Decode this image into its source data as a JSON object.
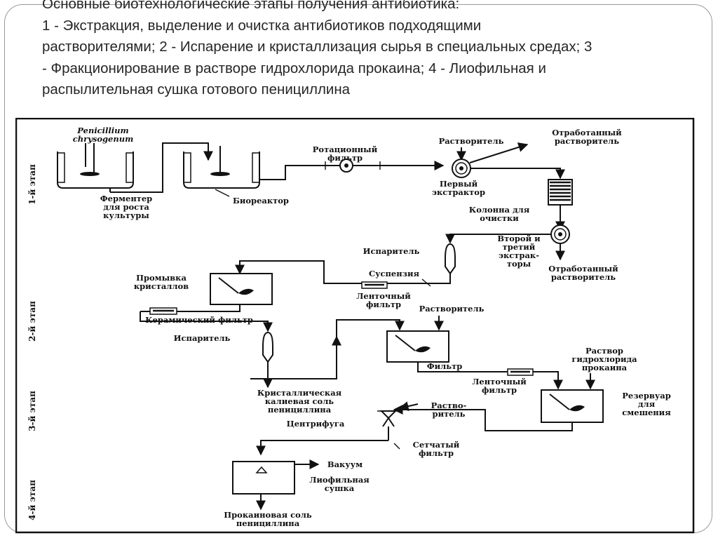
{
  "heading": {
    "title": "Основные биотехнологические этапы получения  антибиотика:",
    "line1": "1 - Экстракция, выделение и очистка антибиотиков подходящими",
    "line2": "растворителями; 2 - Испарение и кристаллизация сырья в специальных средах; 3",
    "line3": "- Фракционирование в растворе гидрохлорида прокаина; 4 - Лиофильная и",
    "line4": "распылительная сушка готового пенициллина"
  },
  "diagram": {
    "stages": [
      "1-й этап",
      "2-й этап",
      "3-й этап",
      "4-й этап"
    ],
    "labels": {
      "penicillium_1": "Penicillium",
      "penicillium_2": "chrysogenum",
      "fermenter_1": "Ферментер",
      "fermenter_2": "для роста",
      "fermenter_3": "культуры",
      "bioreactor": "Биореактор",
      "rotary_filter_1": "Ротационный",
      "rotary_filter_2": "фильтр",
      "solvent_top": "Растворитель",
      "spent_solvent_top_1": "Отработанный",
      "spent_solvent_top_2": "растворитель",
      "first_extractor_1": "Первый",
      "first_extractor_2": "экстрактор",
      "column_1": "Колонна для",
      "column_2": "очистки",
      "second_third_1": "Второй и",
      "second_third_2": "третий",
      "second_third_3": "экстрак-",
      "second_third_4": "торы",
      "evaporator_top": "Испаритель",
      "spent_solvent_bottom_1": "Отработанный",
      "spent_solvent_bottom_2": "растворитель",
      "crystal_wash_1": "Промывка",
      "crystal_wash_2": "кристаллов",
      "suspension": "Суспензия",
      "belt_filter_top_1": "Ленточный",
      "belt_filter_top_2": "фильтр",
      "ceramic_filter": "Керамический фильтр",
      "solvent_mid": "Растворитель",
      "evaporator_mid": "Испаритель",
      "filter": "Фильтр",
      "belt_filter_bottom_1": "Ленточный",
      "belt_filter_bottom_2": "фильтр",
      "procaine_1": "Раствор",
      "procaine_2": "гидрохлорида",
      "procaine_3": "прокаина",
      "reservoir_1": "Резервуар",
      "reservoir_2": "для",
      "reservoir_3": "смешения",
      "crystalline_1": "Кристаллическая",
      "crystalline_2": "калиевая соль",
      "crystalline_3": "пенициллина",
      "solvent_centrifuge_1": "Раство-",
      "solvent_centrifuge_2": "ритель",
      "centrifuge": "Центрифуга",
      "mesh_filter_1": "Сетчатый",
      "mesh_filter_2": "фильтр",
      "vacuum": "Вакуум",
      "lyophilic_1": "Лиофильная",
      "lyophilic_2": "сушка",
      "procaine_salt_1": "Прокаиновая соль",
      "procaine_salt_2": "пенициллина"
    }
  }
}
